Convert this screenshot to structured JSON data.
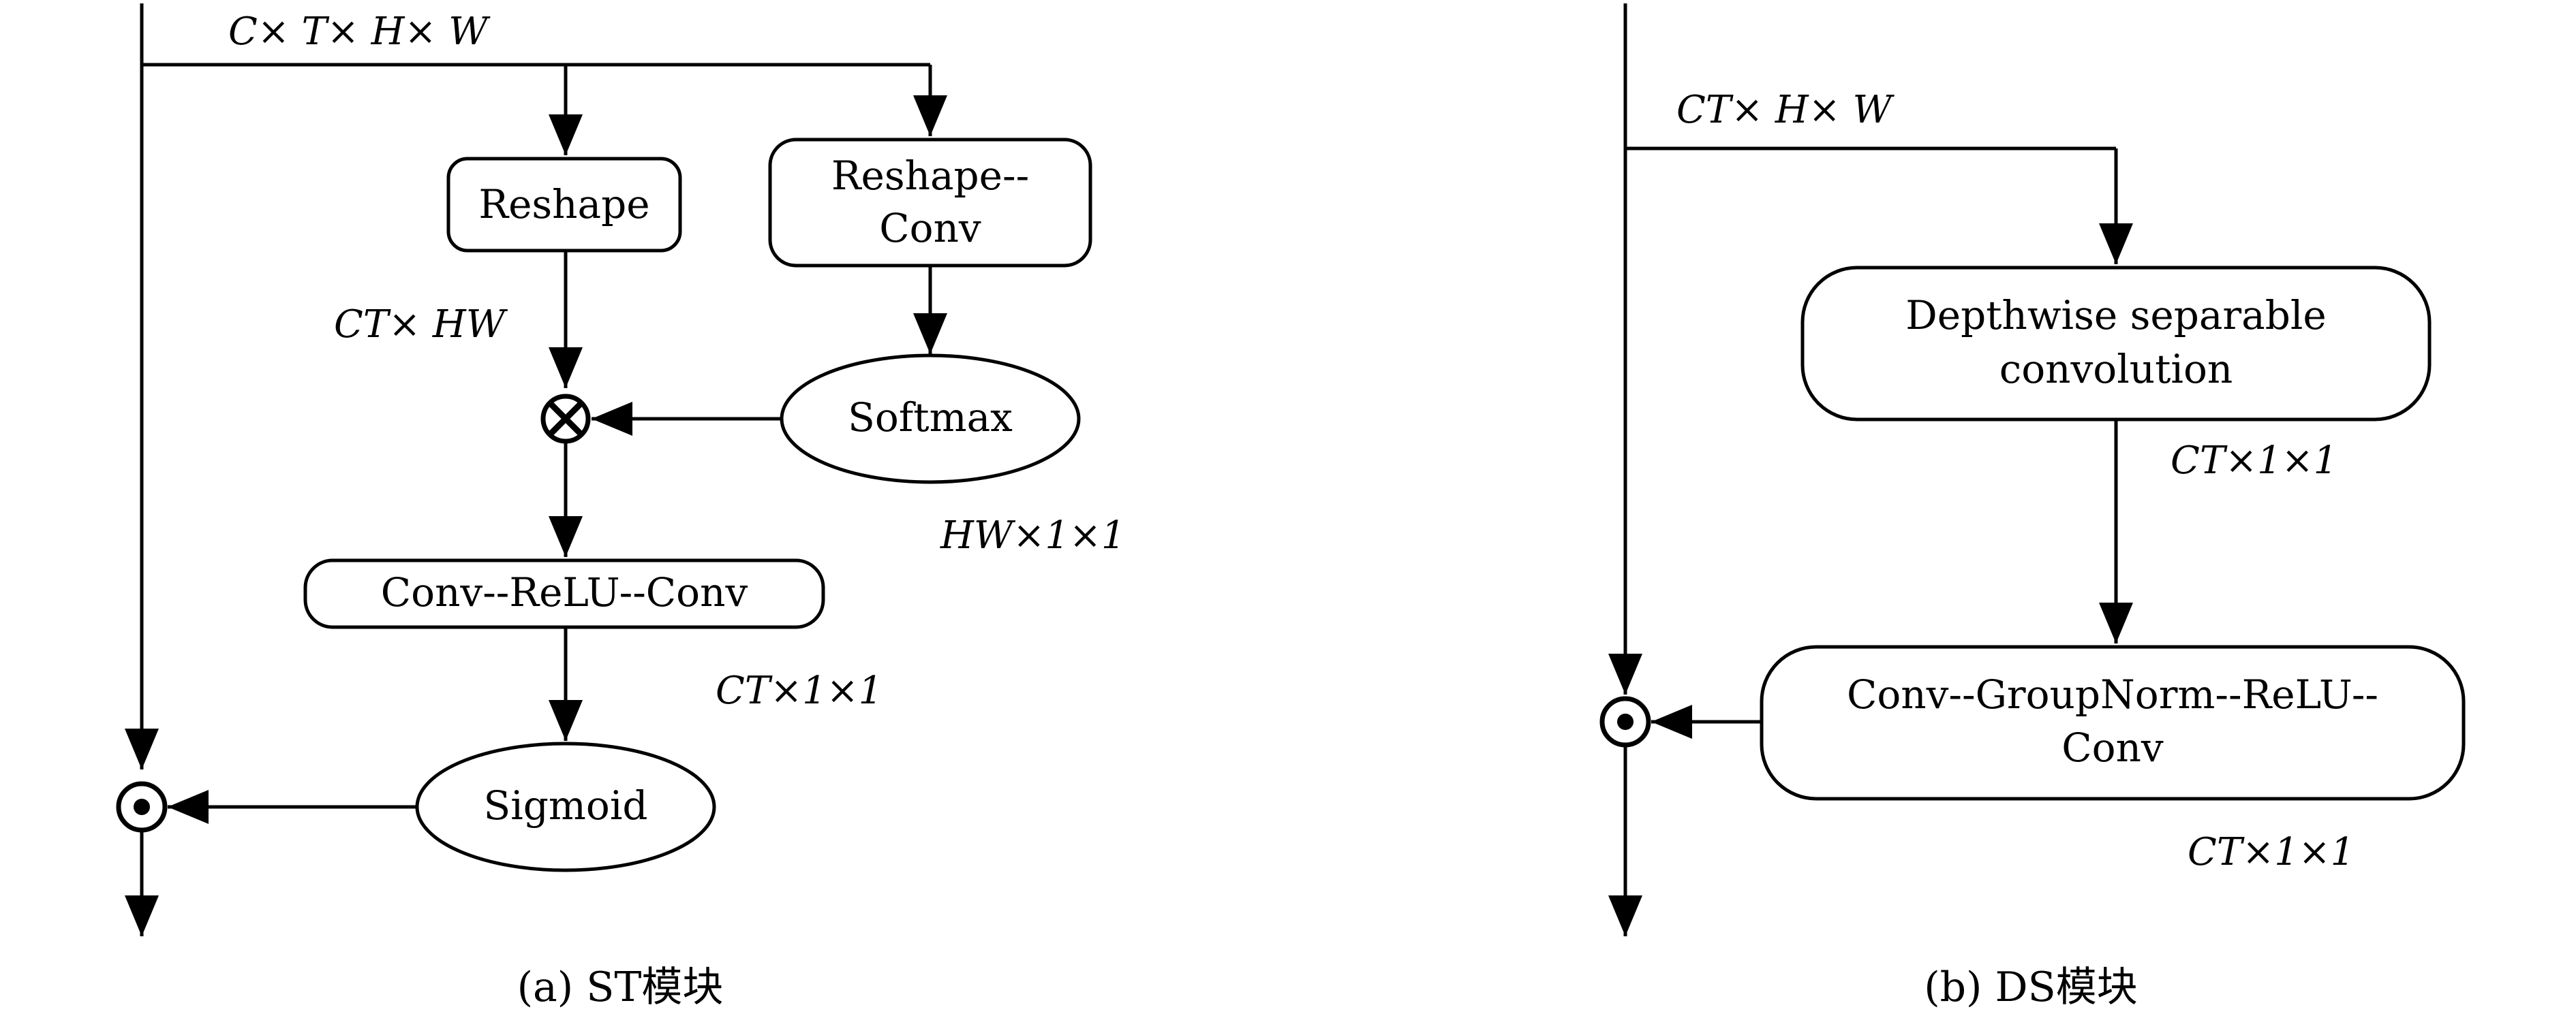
{
  "panel_a": {
    "input_dim": "C× T× H× W",
    "reshape": "Reshape",
    "reshape_conv_line1": "Reshape--",
    "reshape_conv_line2": "Conv",
    "reshape_out_dim": "CT× HW",
    "softmax": "Softmax",
    "softmax_dim": "HW×1×1",
    "conv_relu_conv": "Conv--ReLU--Conv",
    "conv_out_dim": "CT×1×1",
    "sigmoid": "Sigmoid",
    "caption": "(a) ST模块"
  },
  "panel_b": {
    "input_dim": "CT× H× W",
    "dsconv_line1": "Depthwise separable",
    "dsconv_line2": "convolution",
    "dsconv_dim": "CT×1×1",
    "cgrc_line1": "Conv--GroupNorm--ReLU--",
    "cgrc_line2": "Conv",
    "cgrc_dim": "CT×1×1",
    "caption": "(b) DS模块"
  }
}
